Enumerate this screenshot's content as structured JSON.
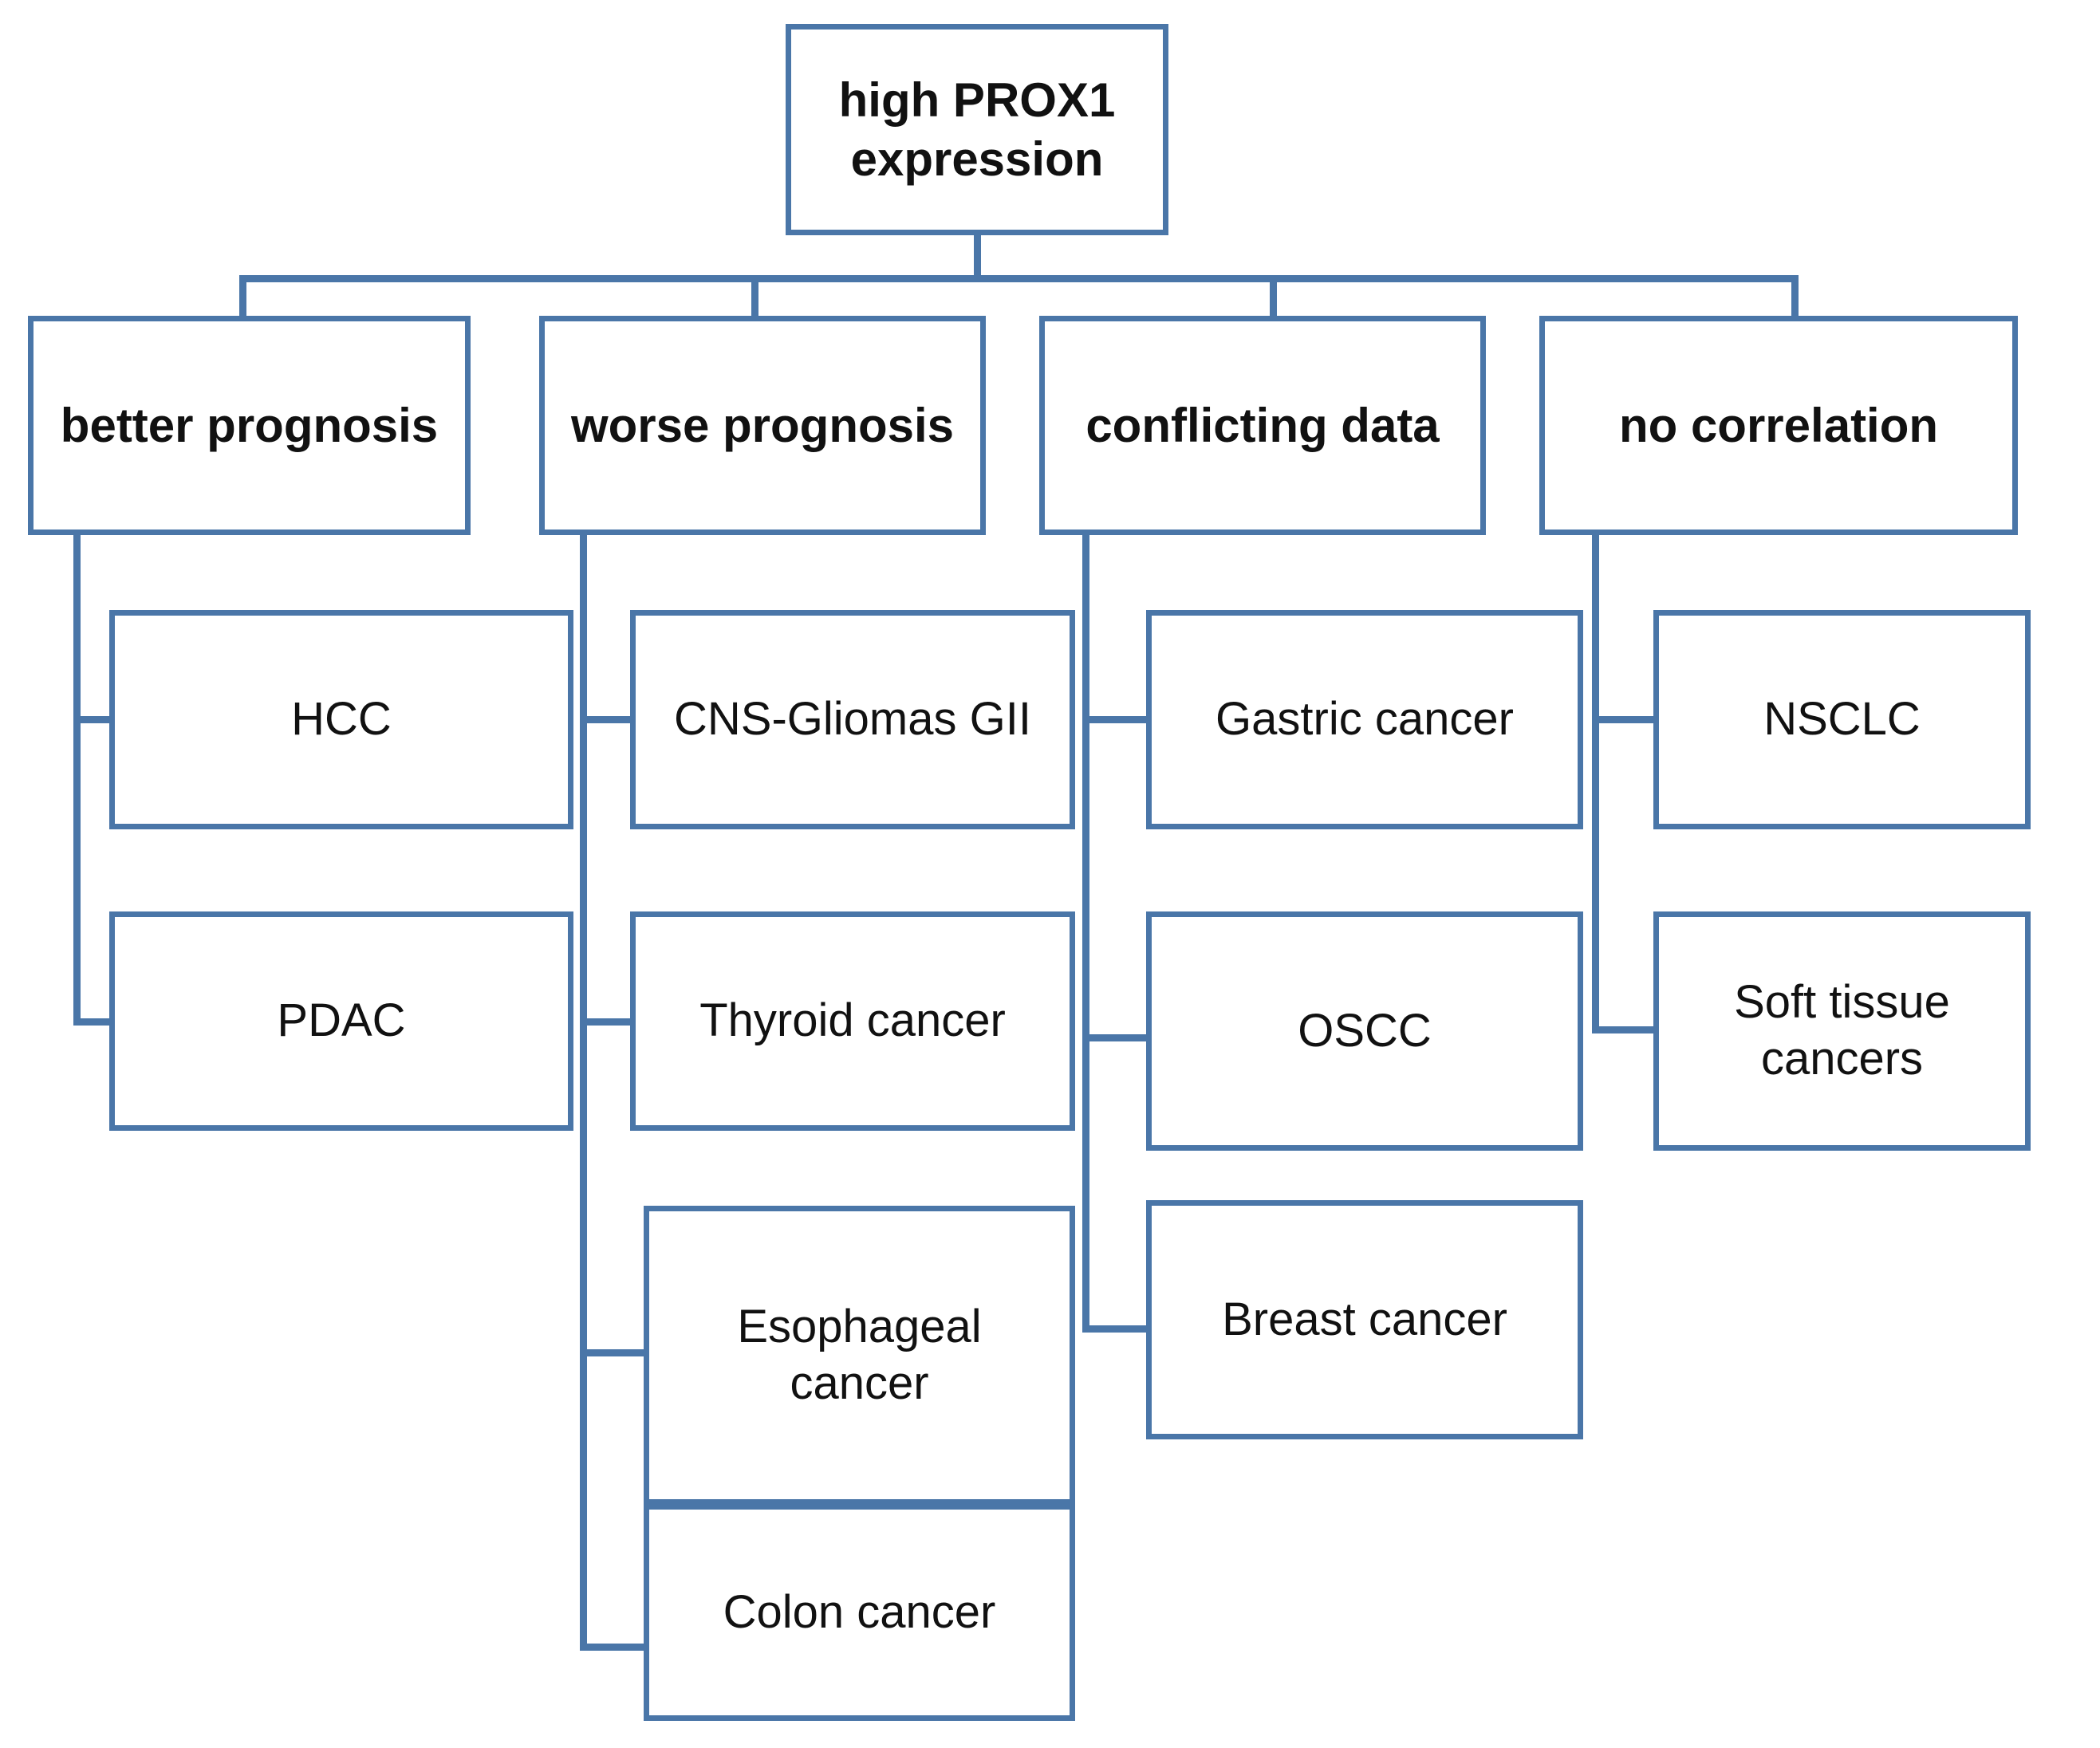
{
  "diagram": {
    "type": "hierarchy-flowchart",
    "title_node": "high PROX1 expression",
    "style": {
      "border_color": "#4a76a8",
      "connector_color": "#4a76a8",
      "box_fill": "#ffffff",
      "text_color": "#111111",
      "page_background": "#ffffff"
    },
    "root": {
      "label": "high PROX1 expression",
      "lines": [
        "high PROX1",
        "expression"
      ]
    },
    "categories": [
      {
        "id": "better-prognosis",
        "label": "better prognosis",
        "children": [
          {
            "id": "hcc",
            "label": "HCC",
            "lines": [
              "HCC"
            ]
          },
          {
            "id": "pdac",
            "label": "PDAC",
            "lines": [
              "PDAC"
            ]
          }
        ]
      },
      {
        "id": "worse-prognosis",
        "label": "worse prognosis",
        "children": [
          {
            "id": "cns-gliomas-gii",
            "label": "CNS-Gliomas GII",
            "lines": [
              "CNS-Gliomas GII"
            ]
          },
          {
            "id": "thyroid-cancer",
            "label": "Thyroid cancer",
            "lines": [
              "Thyroid cancer"
            ]
          },
          {
            "id": "esophageal-cancer",
            "label": "Esophageal cancer",
            "lines": [
              "Esophageal",
              "cancer"
            ]
          },
          {
            "id": "colon-cancer",
            "label": "Colon cancer",
            "lines": [
              "Colon cancer"
            ]
          }
        ]
      },
      {
        "id": "conflicting-data",
        "label": "conflicting  data",
        "children": [
          {
            "id": "gastric-cancer",
            "label": "Gastric cancer",
            "lines": [
              "Gastric cancer"
            ]
          },
          {
            "id": "oscc",
            "label": "OSCC",
            "lines": [
              "OSCC"
            ]
          },
          {
            "id": "breast-cancer",
            "label": "Breast cancer",
            "lines": [
              "Breast cancer"
            ]
          }
        ]
      },
      {
        "id": "no-correlation",
        "label": "no correlation",
        "children": [
          {
            "id": "nsclc",
            "label": "NSCLC",
            "lines": [
              "NSCLC"
            ]
          },
          {
            "id": "soft-tissue-cancers",
            "label": "Soft tissue cancers",
            "lines": [
              "Soft tissue",
              "cancers"
            ]
          }
        ]
      }
    ]
  }
}
